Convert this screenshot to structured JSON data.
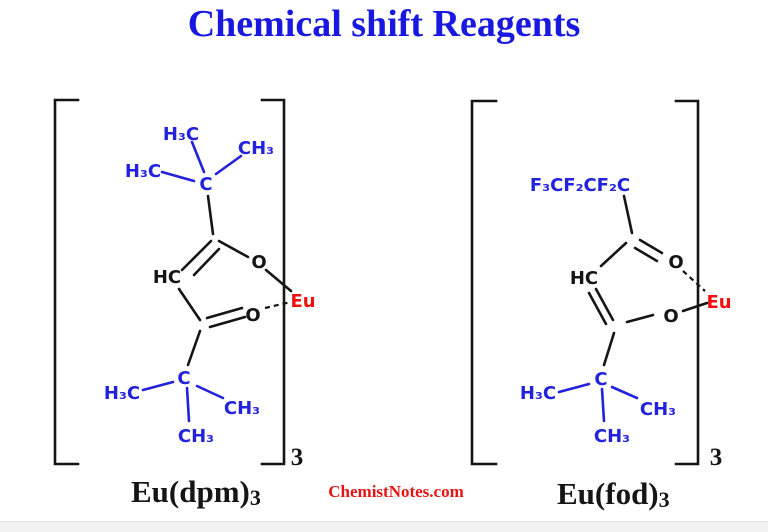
{
  "title": {
    "text": "Chemical shift Reagents",
    "color": "#1818e0"
  },
  "watermark": {
    "text": "ChemistNotes.com",
    "color": "#e81414"
  },
  "colors": {
    "atom_blue": "#2222dd",
    "atom_black": "#151515",
    "europium_red": "#f01010",
    "title_blue": "#1818e0",
    "watermark_red": "#e81414"
  },
  "structures": [
    {
      "caption_main": "Eu(dpm)",
      "caption_sub": "3",
      "bracket_subscript": "3",
      "atoms": {
        "methyl_top": "H₃C",
        "methyl_top_right": "CH₃",
        "methyl_left": "H₃C",
        "quaternary_carbon": "C",
        "methine": "HC",
        "oxygen_top": "O",
        "oxygen_bottom": "O",
        "europium": "Eu",
        "tbutyl_carbon": "C",
        "methyl_bottom_left": "H₃C",
        "methyl_bottom_right": "CH₃",
        "methyl_bottom": "CH₃"
      }
    },
    {
      "caption_main": "Eu(fod)",
      "caption_sub": "3",
      "bracket_subscript": "3",
      "atoms": {
        "fluoro_chain": "F₃CF₂CF₂C",
        "methine": "HC",
        "oxygen_top": "O",
        "oxygen_bottom": "O",
        "europium": "Eu",
        "tbutyl_carbon": "C",
        "methyl_bottom_left": "H₃C",
        "methyl_bottom_right": "CH₃",
        "methyl_bottom": "CH₃"
      }
    }
  ]
}
